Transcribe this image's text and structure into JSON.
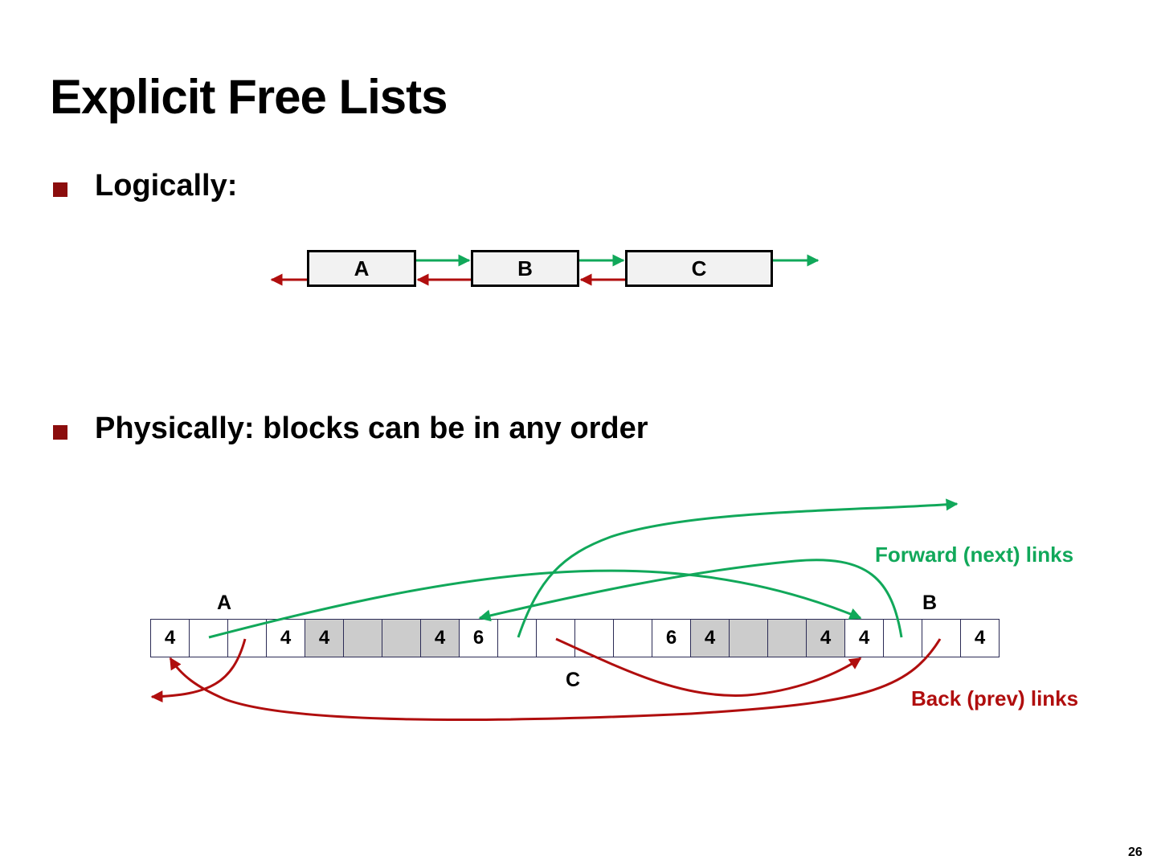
{
  "slide": {
    "title": "Explicit Free Lists",
    "page_number": "26"
  },
  "bullets": [
    {
      "text": "Logically:"
    },
    {
      "text": "Physically: blocks can be in any order"
    }
  ],
  "logical_blocks": [
    {
      "label": "A"
    },
    {
      "label": "B"
    },
    {
      "label": "C"
    }
  ],
  "heap": {
    "cells": [
      {
        "value": "4",
        "allocated": false
      },
      {
        "value": "",
        "allocated": false
      },
      {
        "value": "",
        "allocated": false
      },
      {
        "value": "4",
        "allocated": false
      },
      {
        "value": "4",
        "allocated": true
      },
      {
        "value": "",
        "allocated": true
      },
      {
        "value": "",
        "allocated": true
      },
      {
        "value": "4",
        "allocated": true
      },
      {
        "value": "6",
        "allocated": false
      },
      {
        "value": "",
        "allocated": false
      },
      {
        "value": "",
        "allocated": false
      },
      {
        "value": "",
        "allocated": false
      },
      {
        "value": "",
        "allocated": false
      },
      {
        "value": "6",
        "allocated": false
      },
      {
        "value": "4",
        "allocated": true
      },
      {
        "value": "",
        "allocated": true
      },
      {
        "value": "",
        "allocated": true
      },
      {
        "value": "4",
        "allocated": true
      },
      {
        "value": "4",
        "allocated": false
      },
      {
        "value": "",
        "allocated": false
      },
      {
        "value": "",
        "allocated": false
      },
      {
        "value": "4",
        "allocated": false
      }
    ],
    "block_labels": {
      "a": "A",
      "b": "B",
      "c": "C"
    }
  },
  "legend": {
    "forward": "Forward (next) links",
    "back": "Back (prev) links"
  },
  "colors": {
    "forward_link": "#11a85a",
    "back_link": "#b00e0e",
    "bullet": "#8b0d0d",
    "allocated_cell": "#cccccc"
  }
}
